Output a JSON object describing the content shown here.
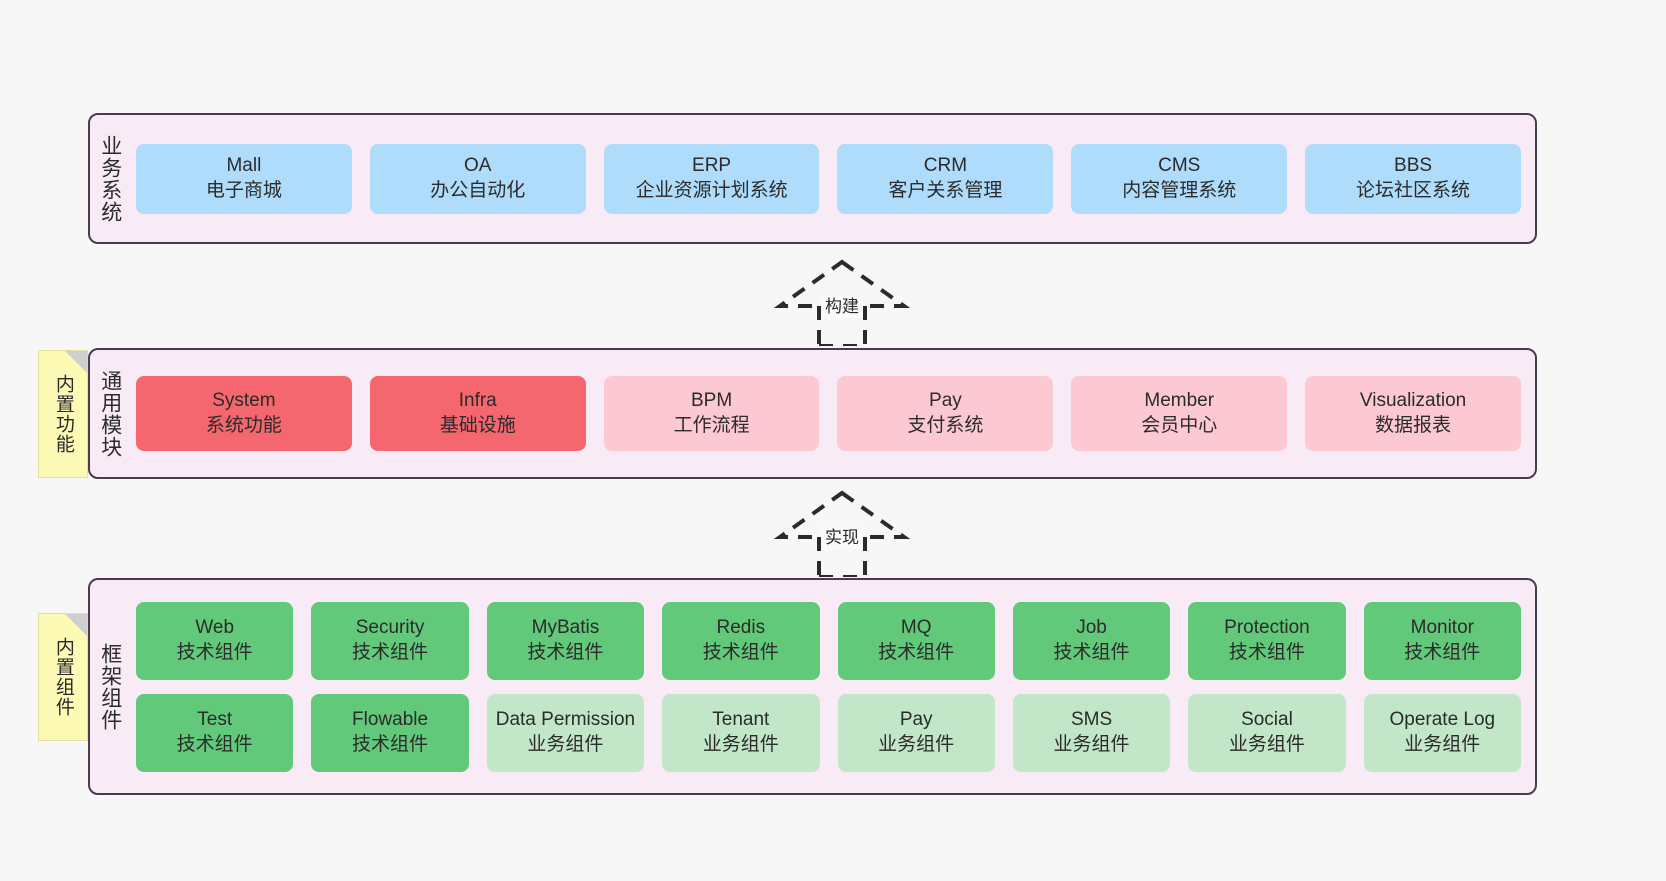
{
  "diagram": {
    "background_color": "#F7F7F7",
    "container_color": "#F9EBF5",
    "border_color": "#4B3B4E",
    "sticky_color": "#FCFAB5"
  },
  "layers": [
    {
      "id": "business",
      "title": "业务系统",
      "card_color": "#AEDCFA",
      "rows": [
        [
          {
            "en": "Mall",
            "cn": "电子商城"
          },
          {
            "en": "OA",
            "cn": "办公自动化"
          },
          {
            "en": "ERP",
            "cn": "企业资源计划系统"
          },
          {
            "en": "CRM",
            "cn": "客户关系管理"
          },
          {
            "en": "CMS",
            "cn": "内容管理系统"
          },
          {
            "en": "BBS",
            "cn": "论坛社区系统"
          }
        ]
      ]
    },
    {
      "id": "module",
      "title": "通用模块",
      "sticky": "内置功能",
      "card_color_primary": "#F4676E",
      "card_color_secondary": "#FCC9D2",
      "rows": [
        [
          {
            "en": "System",
            "cn": "系统功能",
            "style": "red"
          },
          {
            "en": "Infra",
            "cn": "基础设施",
            "style": "red"
          },
          {
            "en": "BPM",
            "cn": "工作流程",
            "style": "pink"
          },
          {
            "en": "Pay",
            "cn": "支付系统",
            "style": "pink"
          },
          {
            "en": "Member",
            "cn": "会员中心",
            "style": "pink"
          },
          {
            "en": "Visualization",
            "cn": "数据报表",
            "style": "pink"
          }
        ]
      ]
    },
    {
      "id": "framework",
      "title": "框架组件",
      "sticky": "内置组件",
      "card_color_primary": "#63C97A",
      "card_color_secondary": "#C2E6C8",
      "rows": [
        [
          {
            "en": "Web",
            "cn": "技术组件",
            "style": "green"
          },
          {
            "en": "Security",
            "cn": "技术组件",
            "style": "green"
          },
          {
            "en": "MyBatis",
            "cn": "技术组件",
            "style": "green"
          },
          {
            "en": "Redis",
            "cn": "技术组件",
            "style": "green"
          },
          {
            "en": "MQ",
            "cn": "技术组件",
            "style": "green"
          },
          {
            "en": "Job",
            "cn": "技术组件",
            "style": "green"
          },
          {
            "en": "Protection",
            "cn": "技术组件",
            "style": "green"
          },
          {
            "en": "Monitor",
            "cn": "技术组件",
            "style": "green"
          }
        ],
        [
          {
            "en": "Test",
            "cn": "技术组件",
            "style": "green"
          },
          {
            "en": "Flowable",
            "cn": "技术组件",
            "style": "green"
          },
          {
            "en": "Data Permission",
            "cn": "业务组件",
            "style": "lightgreen"
          },
          {
            "en": "Tenant",
            "cn": "业务组件",
            "style": "lightgreen"
          },
          {
            "en": "Pay",
            "cn": "业务组件",
            "style": "lightgreen"
          },
          {
            "en": "SMS",
            "cn": "业务组件",
            "style": "lightgreen"
          },
          {
            "en": "Social",
            "cn": "业务组件",
            "style": "lightgreen"
          },
          {
            "en": "Operate Log",
            "cn": "业务组件",
            "style": "lightgreen"
          }
        ]
      ]
    }
  ],
  "connectors": [
    {
      "id": "build",
      "label": "构建",
      "from": "module",
      "to": "business"
    },
    {
      "id": "impl",
      "label": "实现",
      "from": "framework",
      "to": "module"
    }
  ]
}
